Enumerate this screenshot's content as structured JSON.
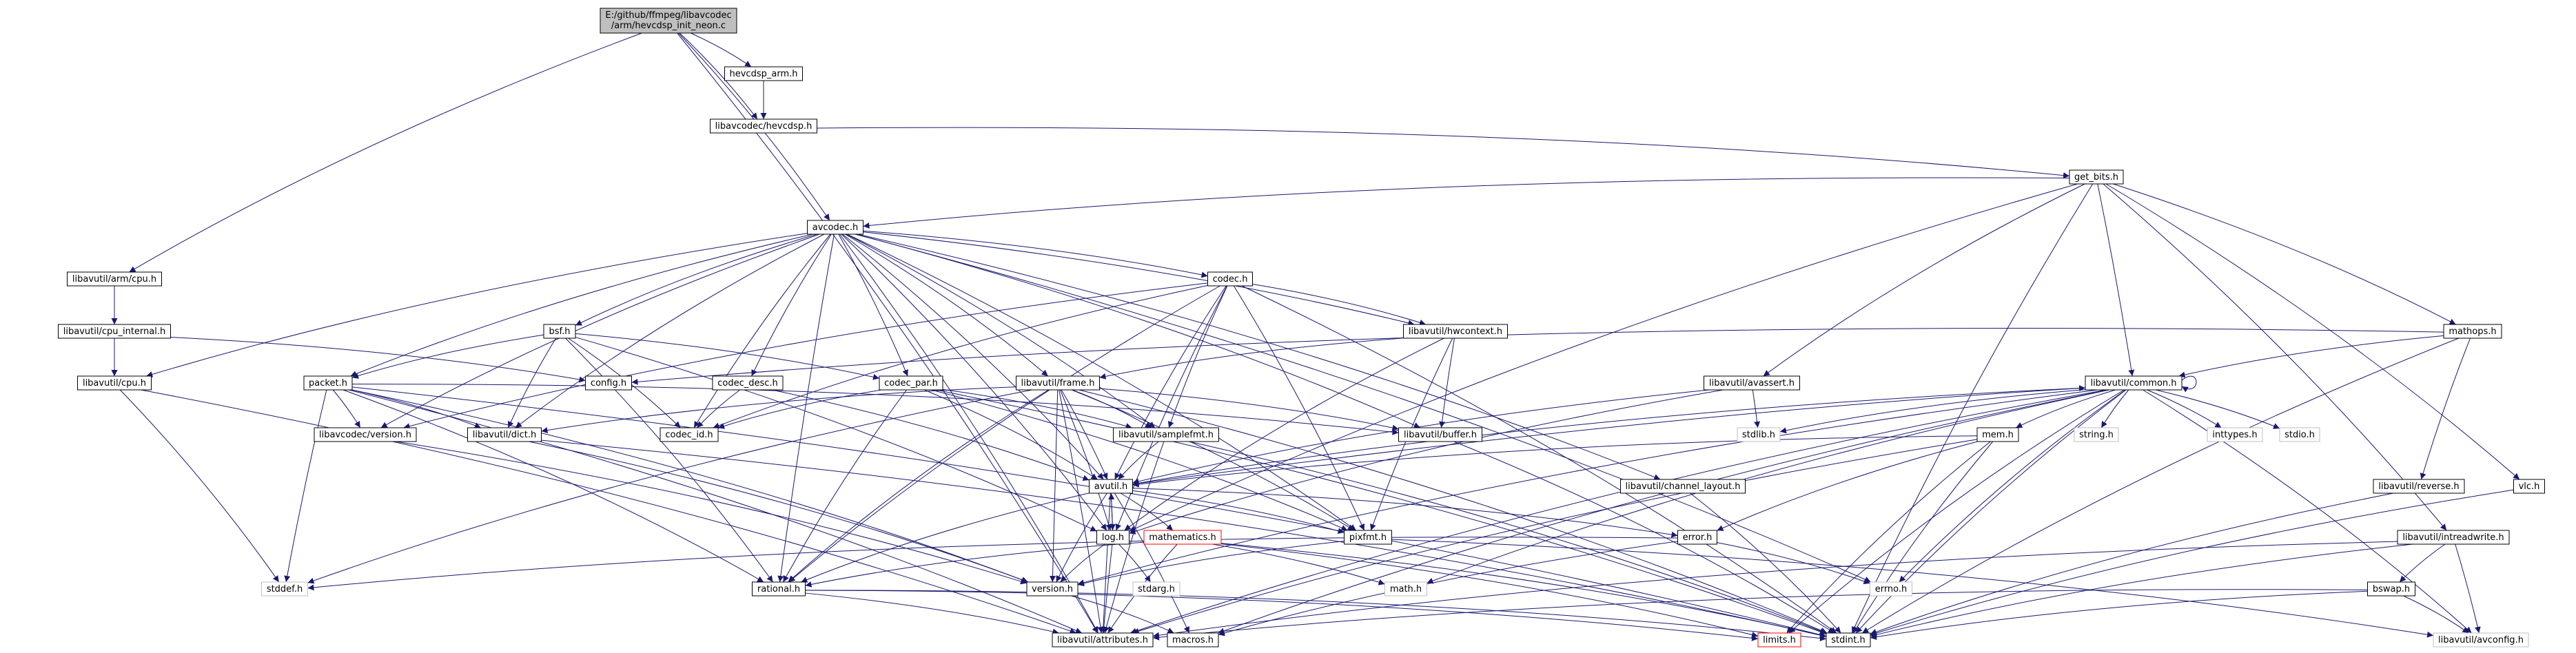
{
  "graph": {
    "nodes": [
      {
        "id": "root",
        "label": [
          "E:/github/ffmpeg/libavcodec",
          "/arm/hevcdsp_init_neon.c"
        ],
        "style": "root"
      },
      {
        "id": "hevcdsp_arm",
        "label": [
          "hevcdsp_arm.h"
        ],
        "style": "normal"
      },
      {
        "id": "hevcdsp",
        "label": [
          "libavcodec/hevcdsp.h"
        ],
        "style": "normal"
      },
      {
        "id": "get_bits",
        "label": [
          "get_bits.h"
        ],
        "style": "normal"
      },
      {
        "id": "avcodec",
        "label": [
          "avcodec.h"
        ],
        "style": "normal"
      },
      {
        "id": "arm_cpu",
        "label": [
          "libavutil/arm/cpu.h"
        ],
        "style": "normal"
      },
      {
        "id": "cpu_internal",
        "label": [
          "libavutil/cpu_internal.h"
        ],
        "style": "normal"
      },
      {
        "id": "cpu",
        "label": [
          "libavutil/cpu.h"
        ],
        "style": "normal"
      },
      {
        "id": "codec",
        "label": [
          "codec.h"
        ],
        "style": "normal"
      },
      {
        "id": "hwcontext",
        "label": [
          "libavutil/hwcontext.h"
        ],
        "style": "normal"
      },
      {
        "id": "mathops",
        "label": [
          "mathops.h"
        ],
        "style": "normal"
      },
      {
        "id": "bsf",
        "label": [
          "bsf.h"
        ],
        "style": "normal"
      },
      {
        "id": "config",
        "label": [
          "config.h"
        ],
        "style": "normal"
      },
      {
        "id": "packet",
        "label": [
          "packet.h"
        ],
        "style": "normal"
      },
      {
        "id": "codec_desc",
        "label": [
          "codec_desc.h"
        ],
        "style": "normal"
      },
      {
        "id": "codec_par",
        "label": [
          "codec_par.h"
        ],
        "style": "normal"
      },
      {
        "id": "frame",
        "label": [
          "libavutil/frame.h"
        ],
        "style": "normal"
      },
      {
        "id": "avassert",
        "label": [
          "libavutil/avassert.h"
        ],
        "style": "normal"
      },
      {
        "id": "common",
        "label": [
          "libavutil/common.h"
        ],
        "style": "normal"
      },
      {
        "id": "lavc_version",
        "label": [
          "libavcodec/version.h"
        ],
        "style": "normal"
      },
      {
        "id": "dict",
        "label": [
          "libavutil/dict.h"
        ],
        "style": "normal"
      },
      {
        "id": "codec_id",
        "label": [
          "codec_id.h"
        ],
        "style": "normal"
      },
      {
        "id": "samplefmt",
        "label": [
          "libavutil/samplefmt.h"
        ],
        "style": "normal"
      },
      {
        "id": "buffer",
        "label": [
          "libavutil/buffer.h"
        ],
        "style": "normal"
      },
      {
        "id": "stdlib",
        "label": [
          "stdlib.h"
        ],
        "style": "system"
      },
      {
        "id": "string",
        "label": [
          "string.h"
        ],
        "style": "system"
      },
      {
        "id": "inttypes",
        "label": [
          "inttypes.h"
        ],
        "style": "system"
      },
      {
        "id": "stdio",
        "label": [
          "stdio.h"
        ],
        "style": "system"
      },
      {
        "id": "mem",
        "label": [
          "mem.h"
        ],
        "style": "normal"
      },
      {
        "id": "avutil",
        "label": [
          "avutil.h"
        ],
        "style": "normal"
      },
      {
        "id": "channel_layout",
        "label": [
          "libavutil/channel_layout.h"
        ],
        "style": "normal"
      },
      {
        "id": "reverse",
        "label": [
          "libavutil/reverse.h"
        ],
        "style": "normal"
      },
      {
        "id": "vlc",
        "label": [
          "vlc.h"
        ],
        "style": "normal"
      },
      {
        "id": "log",
        "label": [
          "log.h"
        ],
        "style": "normal"
      },
      {
        "id": "mathematics",
        "label": [
          "mathematics.h"
        ],
        "style": "red"
      },
      {
        "id": "pixfmt",
        "label": [
          "pixfmt.h"
        ],
        "style": "normal"
      },
      {
        "id": "error",
        "label": [
          "error.h"
        ],
        "style": "normal"
      },
      {
        "id": "intreadwrite",
        "label": [
          "libavutil/intreadwrite.h"
        ],
        "style": "normal"
      },
      {
        "id": "stddef",
        "label": [
          "stddef.h"
        ],
        "style": "system"
      },
      {
        "id": "stdarg",
        "label": [
          "stdarg.h"
        ],
        "style": "system"
      },
      {
        "id": "rational",
        "label": [
          "rational.h"
        ],
        "style": "normal"
      },
      {
        "id": "version",
        "label": [
          "version.h"
        ],
        "style": "normal"
      },
      {
        "id": "math",
        "label": [
          "math.h"
        ],
        "style": "system"
      },
      {
        "id": "errno",
        "label": [
          "errno.h"
        ],
        "style": "system"
      },
      {
        "id": "bswap",
        "label": [
          "bswap.h"
        ],
        "style": "normal"
      },
      {
        "id": "attributes",
        "label": [
          "libavutil/attributes.h"
        ],
        "style": "normal"
      },
      {
        "id": "macros",
        "label": [
          "macros.h"
        ],
        "style": "normal"
      },
      {
        "id": "limits",
        "label": [
          "limits.h"
        ],
        "style": "red"
      },
      {
        "id": "stdint",
        "label": [
          "stdint.h"
        ],
        "style": "normal"
      },
      {
        "id": "avconfig",
        "label": [
          "libavutil/avconfig.h"
        ],
        "style": "system"
      }
    ],
    "edges": [
      [
        "root",
        "hevcdsp_arm"
      ],
      [
        "root",
        "hevcdsp"
      ],
      [
        "root",
        "avcodec"
      ],
      [
        "root",
        "arm_cpu"
      ],
      [
        "root",
        "attributes"
      ],
      [
        "hevcdsp_arm",
        "hevcdsp"
      ],
      [
        "hevcdsp",
        "get_bits"
      ],
      [
        "get_bits",
        "avcodec"
      ],
      [
        "get_bits",
        "common"
      ],
      [
        "get_bits",
        "avassert"
      ],
      [
        "get_bits",
        "mathops"
      ],
      [
        "get_bits",
        "vlc"
      ],
      [
        "get_bits",
        "intreadwrite"
      ],
      [
        "get_bits",
        "stdint"
      ],
      [
        "get_bits",
        "log"
      ],
      [
        "arm_cpu",
        "cpu_internal"
      ],
      [
        "arm_cpu",
        "cpu"
      ],
      [
        "cpu_internal",
        "cpu"
      ],
      [
        "cpu_internal",
        "config"
      ],
      [
        "cpu",
        "stddef"
      ],
      [
        "cpu",
        "attributes"
      ],
      [
        "avcodec",
        "codec"
      ],
      [
        "avcodec",
        "hwcontext"
      ],
      [
        "avcodec",
        "bsf"
      ],
      [
        "avcodec",
        "packet"
      ],
      [
        "avcodec",
        "codec_desc"
      ],
      [
        "avcodec",
        "codec_par"
      ],
      [
        "avcodec",
        "frame"
      ],
      [
        "avcodec",
        "lavc_version"
      ],
      [
        "avcodec",
        "dict"
      ],
      [
        "avcodec",
        "codec_id"
      ],
      [
        "avcodec",
        "samplefmt"
      ],
      [
        "avcodec",
        "buffer"
      ],
      [
        "avcodec",
        "channel_layout"
      ],
      [
        "avcodec",
        "avutil"
      ],
      [
        "avcodec",
        "log"
      ],
      [
        "avcodec",
        "pixfmt"
      ],
      [
        "avcodec",
        "rational"
      ],
      [
        "avcodec",
        "attributes"
      ],
      [
        "avcodec",
        "errno"
      ],
      [
        "avcodec",
        "cpu"
      ],
      [
        "codec",
        "hwcontext"
      ],
      [
        "codec",
        "codec_id"
      ],
      [
        "codec",
        "samplefmt"
      ],
      [
        "codec",
        "avutil"
      ],
      [
        "codec",
        "log"
      ],
      [
        "codec",
        "pixfmt"
      ],
      [
        "codec",
        "rational"
      ],
      [
        "codec",
        "lavc_version"
      ],
      [
        "codec",
        "stdint"
      ],
      [
        "hwcontext",
        "frame"
      ],
      [
        "hwcontext",
        "buffer"
      ],
      [
        "hwcontext",
        "pixfmt"
      ],
      [
        "hwcontext",
        "log"
      ],
      [
        "mathops",
        "config"
      ],
      [
        "mathops",
        "common"
      ],
      [
        "mathops",
        "reverse"
      ],
      [
        "mathops",
        "stdint"
      ],
      [
        "bsf",
        "packet"
      ],
      [
        "bsf",
        "codec_id"
      ],
      [
        "bsf",
        "codec_par"
      ],
      [
        "bsf",
        "dict"
      ],
      [
        "bsf",
        "log"
      ],
      [
        "bsf",
        "rational"
      ],
      [
        "packet",
        "lavc_version"
      ],
      [
        "packet",
        "dict"
      ],
      [
        "packet",
        "buffer"
      ],
      [
        "packet",
        "attributes"
      ],
      [
        "packet",
        "rational"
      ],
      [
        "packet",
        "stddef"
      ],
      [
        "packet",
        "stdint"
      ],
      [
        "packet",
        "version"
      ],
      [
        "codec_desc",
        "codec_id"
      ],
      [
        "codec_desc",
        "avutil"
      ],
      [
        "codec_par",
        "codec_id"
      ],
      [
        "codec_par",
        "avutil"
      ],
      [
        "codec_par",
        "pixfmt"
      ],
      [
        "codec_par",
        "rational"
      ],
      [
        "codec_par",
        "samplefmt"
      ],
      [
        "codec_par",
        "stdint"
      ],
      [
        "frame",
        "avutil"
      ],
      [
        "frame",
        "buffer"
      ],
      [
        "frame",
        "dict"
      ],
      [
        "frame",
        "rational"
      ],
      [
        "frame",
        "samplefmt"
      ],
      [
        "frame",
        "pixfmt"
      ],
      [
        "frame",
        "log"
      ],
      [
        "frame",
        "version"
      ],
      [
        "frame",
        "attributes"
      ],
      [
        "frame",
        "stddef"
      ],
      [
        "frame",
        "stdint"
      ],
      [
        "avassert",
        "avutil"
      ],
      [
        "avassert",
        "stdlib"
      ],
      [
        "avassert",
        "log"
      ],
      [
        "common",
        "stdlib"
      ],
      [
        "common",
        "string"
      ],
      [
        "common",
        "inttypes"
      ],
      [
        "common",
        "stdio"
      ],
      [
        "common",
        "mem"
      ],
      [
        "common",
        "avutil"
      ],
      [
        "common",
        "attributes"
      ],
      [
        "common",
        "macros"
      ],
      [
        "common",
        "errno"
      ],
      [
        "common",
        "limits"
      ],
      [
        "common",
        "math"
      ],
      [
        "common",
        "stdint"
      ],
      [
        "common",
        "avconfig"
      ],
      [
        "common",
        "version"
      ],
      [
        "common",
        "common"
      ],
      [
        "lavc_version",
        "version"
      ],
      [
        "dict",
        "version"
      ],
      [
        "dict",
        "stdint"
      ],
      [
        "samplefmt",
        "avutil"
      ],
      [
        "samplefmt",
        "attributes"
      ],
      [
        "samplefmt",
        "stdint"
      ],
      [
        "buffer",
        "stdint"
      ],
      [
        "mem",
        "avutil"
      ],
      [
        "mem",
        "error"
      ],
      [
        "mem",
        "attributes"
      ],
      [
        "mem",
        "stdint"
      ],
      [
        "mem",
        "limits"
      ],
      [
        "avutil",
        "common"
      ],
      [
        "avutil",
        "error"
      ],
      [
        "avutil",
        "log"
      ],
      [
        "avutil",
        "mathematics"
      ],
      [
        "avutil",
        "pixfmt"
      ],
      [
        "avutil",
        "rational"
      ],
      [
        "avutil",
        "version"
      ],
      [
        "avutil",
        "macros"
      ],
      [
        "avutil",
        "attributes"
      ],
      [
        "channel_layout",
        "stdint"
      ],
      [
        "reverse",
        "stdint"
      ],
      [
        "vlc",
        "stdint"
      ],
      [
        "log",
        "attributes"
      ],
      [
        "log",
        "version"
      ],
      [
        "log",
        "stdarg"
      ],
      [
        "log",
        "avutil"
      ],
      [
        "mathematics",
        "math"
      ],
      [
        "mathematics",
        "attributes"
      ],
      [
        "mathematics",
        "rational"
      ],
      [
        "mathematics",
        "stdint"
      ],
      [
        "mathematics",
        "limits"
      ],
      [
        "pixfmt",
        "avconfig"
      ],
      [
        "pixfmt",
        "version"
      ],
      [
        "error",
        "errno"
      ],
      [
        "error",
        "stddef"
      ],
      [
        "error",
        "macros"
      ],
      [
        "intreadwrite",
        "bswap"
      ],
      [
        "intreadwrite",
        "attributes"
      ],
      [
        "intreadwrite",
        "avconfig"
      ],
      [
        "intreadwrite",
        "stdint"
      ],
      [
        "rational",
        "attributes"
      ],
      [
        "rational",
        "stdint"
      ],
      [
        "rational",
        "limits"
      ],
      [
        "version",
        "macros"
      ],
      [
        "bswap",
        "attributes"
      ],
      [
        "bswap",
        "avconfig"
      ],
      [
        "bswap",
        "stdint"
      ]
    ]
  },
  "colors": {
    "edge": "#191970",
    "normal_border": "#000000",
    "root_fill": "#bfbfbf",
    "system_border": "#bfbfbf",
    "red_border": "#ff0000",
    "node_fill": "#ffffff",
    "text": "#000000"
  }
}
